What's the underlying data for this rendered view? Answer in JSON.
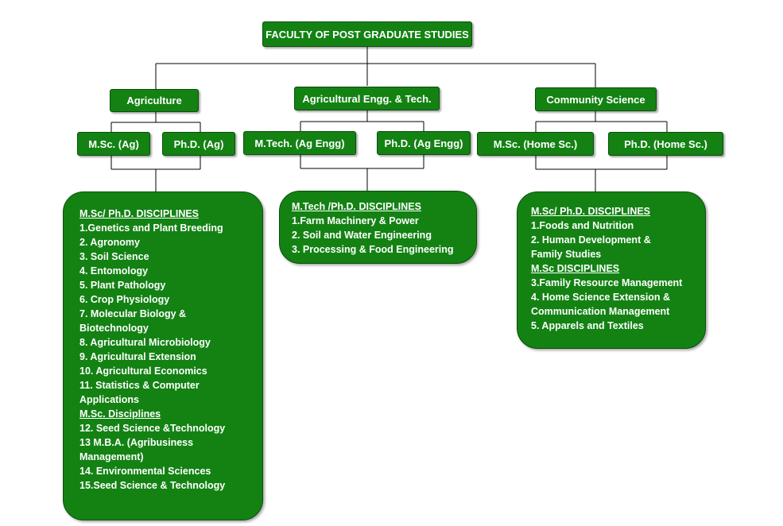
{
  "root": {
    "label": "FACULTY OF POST GRADUATE STUDIES"
  },
  "departments": {
    "agriculture": {
      "label": "Agriculture",
      "programs": [
        "M.Sc. (Ag)",
        "Ph.D. (Ag)"
      ]
    },
    "engineering": {
      "label": "Agricultural Engg. & Tech.",
      "programs": [
        "M.Tech. (Ag Engg)",
        "Ph.D. (Ag Engg)"
      ]
    },
    "community": {
      "label": "Community Science",
      "programs": [
        "M.Sc. (Home Sc.)",
        "Ph.D.  (Home Sc.)"
      ]
    }
  },
  "panels": {
    "agriculture": {
      "heading1": "M.Sc/ Ph.D. DISCIPLINES",
      "list1": [
        "1.Genetics and Plant Breeding",
        "2. Agronomy",
        "3. Soil Science",
        "4. Entomology",
        "5. Plant Pathology",
        "6. Crop Physiology",
        "7. Molecular Biology &",
        "Biotechnology",
        "8. Agricultural Microbiology",
        "9.  Agricultural Extension",
        "10. Agricultural Economics",
        "11. Statistics & Computer",
        "Applications"
      ],
      "heading2": "M.Sc. Disciplines",
      "list2": [
        "12. Seed  Science &Technology",
        "13 M.B.A. (Agribusiness",
        "Management)",
        "14. Environmental Sciences",
        "15.Seed Science & Technology"
      ]
    },
    "engineering": {
      "heading1": "M.Tech /Ph.D. DISCIPLINES",
      "list1": [
        "1.Farm Machinery & Power",
        "2. Soil and Water  Engineering",
        "3. Processing & Food Engineering"
      ]
    },
    "community": {
      "heading1": "M.Sc/ Ph.D.  DISCIPLINES",
      "list1": [
        "1.Foods  and  Nutrition",
        "2. Human Development &",
        "Family Studies"
      ],
      "heading2": "M.Sc DISCIPLINES",
      "list2": [
        "3.Family Resource Management",
        "4. Home Science Extension &",
        "Communication Management",
        "5. Apparels and Textiles"
      ]
    }
  }
}
